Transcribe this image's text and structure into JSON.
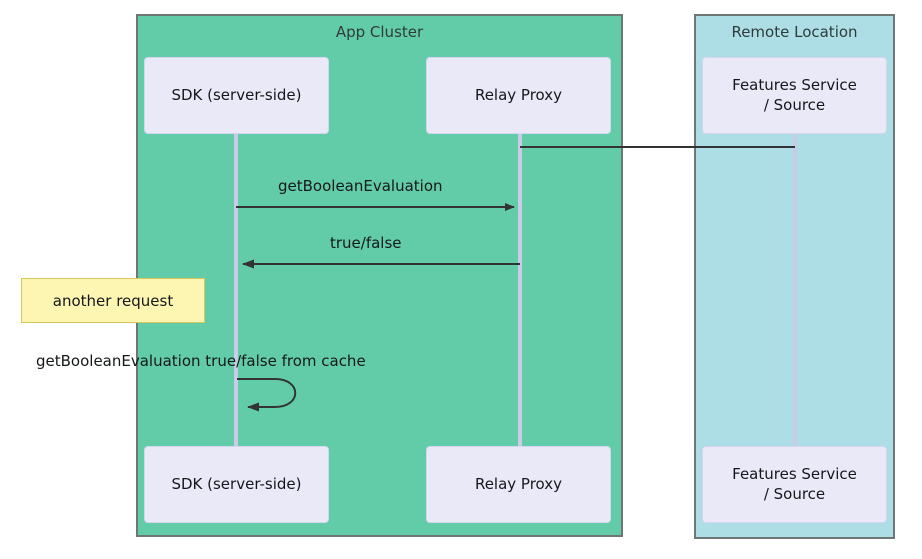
{
  "diagram": {
    "type": "sequence-diagram",
    "title": "",
    "colors": {
      "app_cluster_fill": "#62cca8",
      "remote_location_fill": "#addee5",
      "cluster_border": "#6e7775",
      "participant_fill": "#e9e9f8",
      "participant_border": "#d5d5ef",
      "lifeline": "#c9cbe8",
      "note_fill": "#fdf6b2",
      "note_border": "#d6c75c",
      "arrow": "#333333",
      "text": "#15181a",
      "background": "#ffffff"
    },
    "groups": [
      {
        "id": "app-cluster",
        "label": "App Cluster",
        "fill": "#62cca8"
      },
      {
        "id": "remote-location",
        "label": "Remote Location",
        "fill": "#addee5"
      }
    ],
    "participants": [
      {
        "id": "sdk",
        "label": "SDK (server-side)",
        "group": "app-cluster"
      },
      {
        "id": "relay",
        "label": "Relay Proxy",
        "group": "app-cluster"
      },
      {
        "id": "features",
        "label": "Features Service\n/ Source",
        "group": "remote-location"
      }
    ],
    "messages": [
      {
        "id": "m0",
        "from": "relay",
        "to": "features",
        "label": "",
        "arrow": "none",
        "dir": "right"
      },
      {
        "id": "m1",
        "from": "sdk",
        "to": "relay",
        "label": "getBooleanEvaluation",
        "arrow": "solid",
        "dir": "right"
      },
      {
        "id": "m2",
        "from": "relay",
        "to": "sdk",
        "label": "true/false",
        "arrow": "solid",
        "dir": "left"
      },
      {
        "id": "m3",
        "from": "sdk",
        "to": "sdk",
        "label": "getBooleanEvaluation true/false from cache",
        "arrow": "solid",
        "dir": "self"
      }
    ],
    "notes": [
      {
        "id": "n1",
        "label": "another request",
        "over": "sdk",
        "position": "left"
      }
    ]
  }
}
